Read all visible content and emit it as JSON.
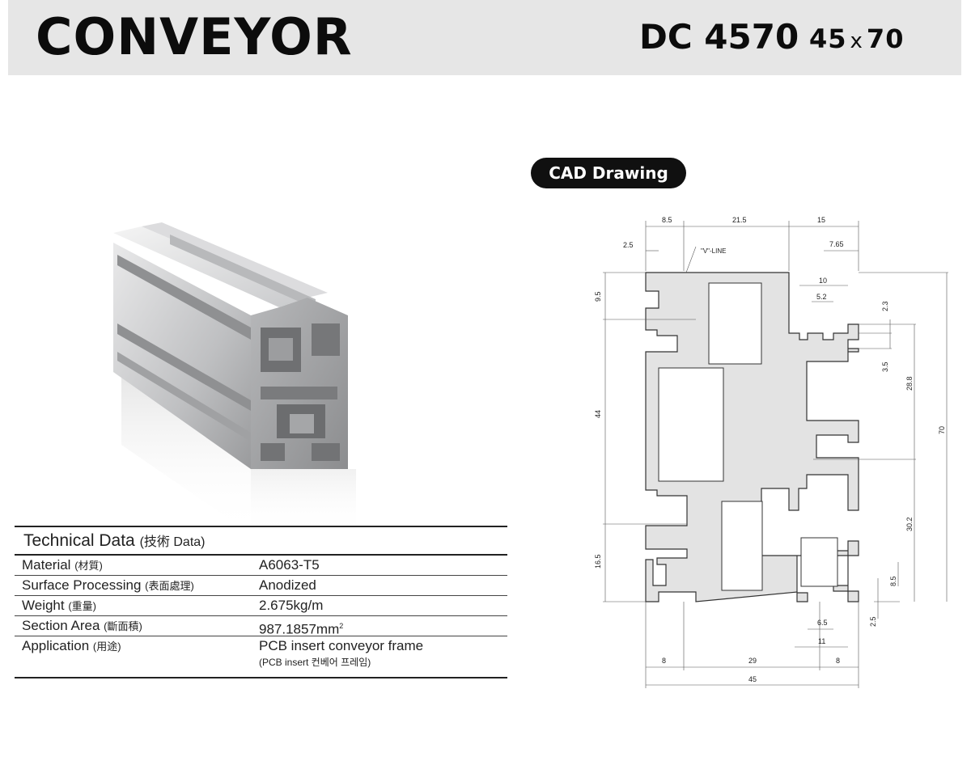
{
  "header": {
    "title": "CONVEYOR",
    "model": "DC 4570",
    "dim_w": "45",
    "dim_x": "x",
    "dim_h": "70"
  },
  "cad": {
    "label": "CAD Drawing",
    "dimensions": {
      "d8_5": "8.5",
      "d21_5": "21.5",
      "d15": "15",
      "d2_5_top": "2.5",
      "v_line": "\"V\"-LINE",
      "d7_65": "7.65",
      "d10": "10",
      "d5_2": "5.2",
      "d9_5": "9.5",
      "d2_3": "2.3",
      "d3_5": "3.5",
      "d28_8": "28.8",
      "d44": "44",
      "d70": "70",
      "d30_2": "30.2",
      "d16_5": "16.5",
      "d8_5_b": "8.5",
      "d2_5_b": "2.5",
      "d6_5": "6.5",
      "d11": "11",
      "d8_l": "8",
      "d29": "29",
      "d8_r": "8",
      "d45": "45"
    }
  },
  "tech": {
    "title": "Technical Data",
    "title_sub": "(技術 Data)",
    "rows": [
      {
        "key": "Material",
        "key_sub": "(材質)",
        "value": "A6063-T5"
      },
      {
        "key": "Surface Processing",
        "key_sub": "(表面處理)",
        "value": "Anodized"
      },
      {
        "key": "Weight",
        "key_sub": "(重量)",
        "value": "2.675kg/m"
      },
      {
        "key": "Section Area",
        "key_sub": "(斷面積)",
        "value": "987.1857mm",
        "value_sup": "2"
      },
      {
        "key": "Application",
        "key_sub": "(用途)",
        "value": "PCB insert conveyor frame",
        "value_note": "(PCB insert 컨베어 프레임)"
      }
    ]
  }
}
